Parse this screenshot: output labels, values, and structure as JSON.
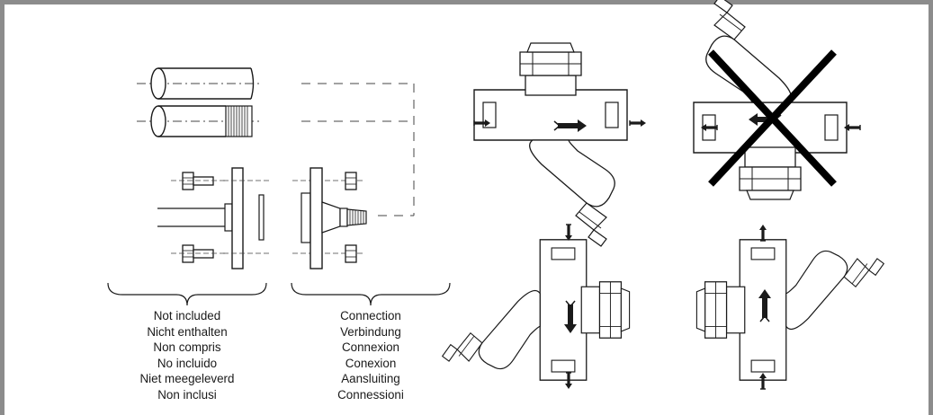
{
  "captions": {
    "not_included": [
      "Not included",
      "Nicht enthalten",
      "Non compris",
      "No incluido",
      "Niet meegeleverd",
      "Non inclusi"
    ],
    "connection": [
      "Connection",
      "Verbindung",
      "Connexion",
      "Conexion",
      "Aansluiting",
      "Connessioni"
    ]
  },
  "colors": {
    "frame": "#8c8c8c",
    "line": "#1a1a1a",
    "strike": "#000000",
    "dash": "#444444"
  },
  "icons": [
    "pipe-plain",
    "pipe-threaded",
    "bolt",
    "flange",
    "gasket",
    "threaded-flange-adapter",
    "nut",
    "y-strainer",
    "flow-arrow",
    "cross-mark"
  ]
}
